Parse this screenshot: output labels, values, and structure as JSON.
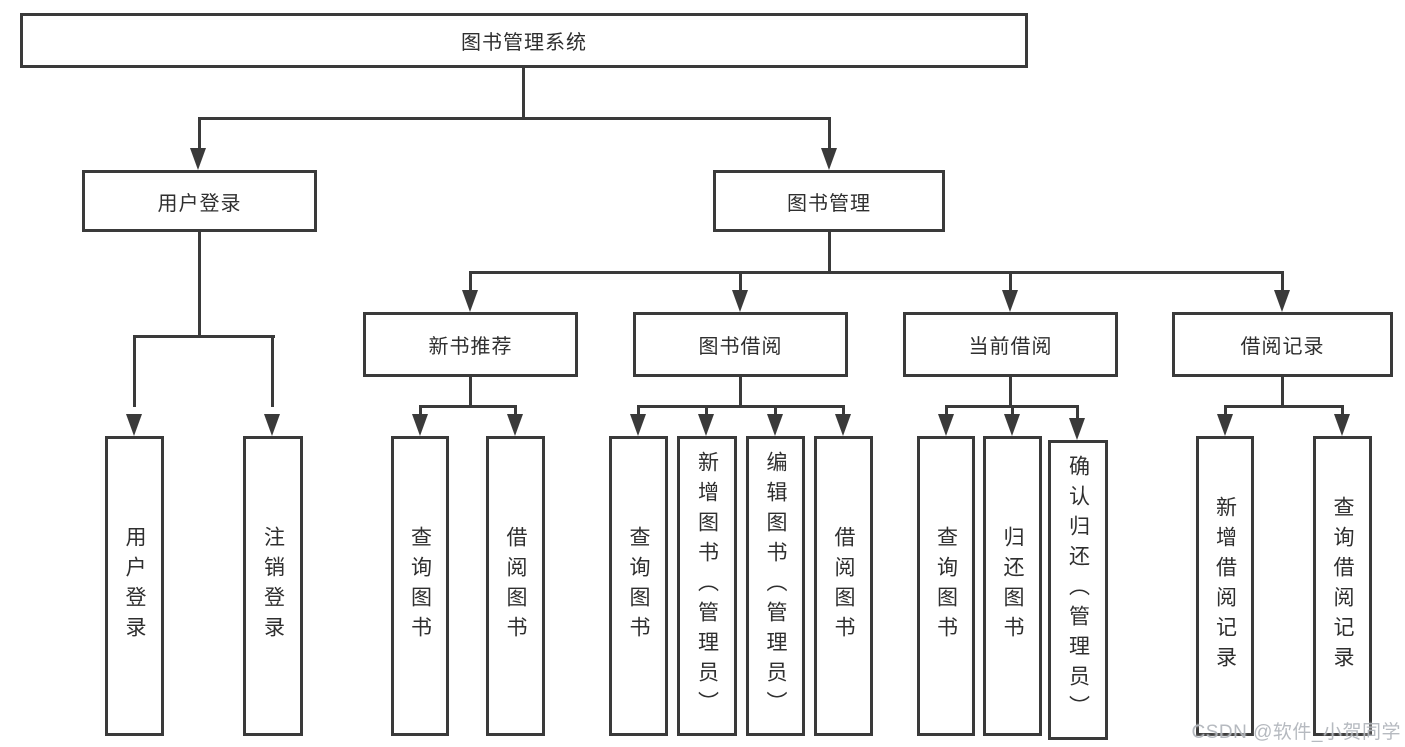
{
  "colors": {
    "line": "#3a3a3a",
    "text": "#2f2f2f",
    "background": "#ffffff",
    "watermark": "#b3b7bd"
  },
  "diagram": {
    "root": {
      "label": "图书管理系统"
    },
    "branches": [
      {
        "label": "用户登录",
        "children": [
          {
            "label": "用户登录"
          },
          {
            "label": "注销登录"
          }
        ]
      },
      {
        "label": "图书管理",
        "children": [
          {
            "label": "新书推荐",
            "children": [
              {
                "label": "查询图书"
              },
              {
                "label": "借阅图书"
              }
            ]
          },
          {
            "label": "图书借阅",
            "children": [
              {
                "label": "查询图书"
              },
              {
                "label": "新增图书（管理员）"
              },
              {
                "label": "编辑图书（管理员）"
              },
              {
                "label": "借阅图书"
              }
            ]
          },
          {
            "label": "当前借阅",
            "children": [
              {
                "label": "查询图书"
              },
              {
                "label": "归还图书"
              },
              {
                "label": "确认归还（管理员）"
              }
            ]
          },
          {
            "label": "借阅记录",
            "children": [
              {
                "label": "新增借阅记录"
              },
              {
                "label": "查询借阅记录"
              }
            ]
          }
        ]
      }
    ]
  },
  "watermark": {
    "text": "CSDN @软件_小贺同学"
  }
}
